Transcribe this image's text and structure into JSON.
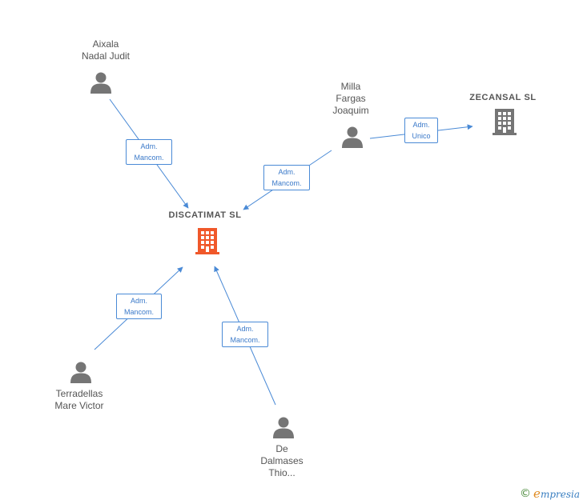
{
  "colors": {
    "edge": "#4a8ad6",
    "person": "#757575",
    "company_main": "#f0582a",
    "company_other": "#757575",
    "label": "#555555"
  },
  "nodes": {
    "aixala": {
      "lines": [
        "Aixala",
        "Nadal Judit"
      ],
      "icon": "person-icon"
    },
    "milla": {
      "lines": [
        "Milla",
        "Fargas",
        "Joaquim"
      ],
      "icon": "person-icon"
    },
    "zecansal": {
      "label": "ZECANSAL SL",
      "icon": "building-icon"
    },
    "discatimat": {
      "label": "DISCATIMAT SL",
      "icon": "building-icon"
    },
    "terradellas": {
      "lines": [
        "Terradellas",
        "Mare Victor"
      ],
      "icon": "person-icon"
    },
    "dalmases": {
      "lines": [
        "De",
        "Dalmases",
        "Thio..."
      ],
      "icon": "person-icon"
    }
  },
  "edges": {
    "aixala_discatimat": [
      "Adm.",
      "Mancom."
    ],
    "milla_discatimat": [
      "Adm.",
      "Mancom."
    ],
    "milla_zecansal": [
      "Adm.",
      "Unico"
    ],
    "terradellas_discatimat": [
      "Adm.",
      "Mancom."
    ],
    "dalmases_discatimat": [
      "Adm.",
      "Mancom."
    ]
  },
  "watermark": {
    "copyright": "©",
    "brand_initial": "e",
    "brand_rest": "mpresia"
  }
}
